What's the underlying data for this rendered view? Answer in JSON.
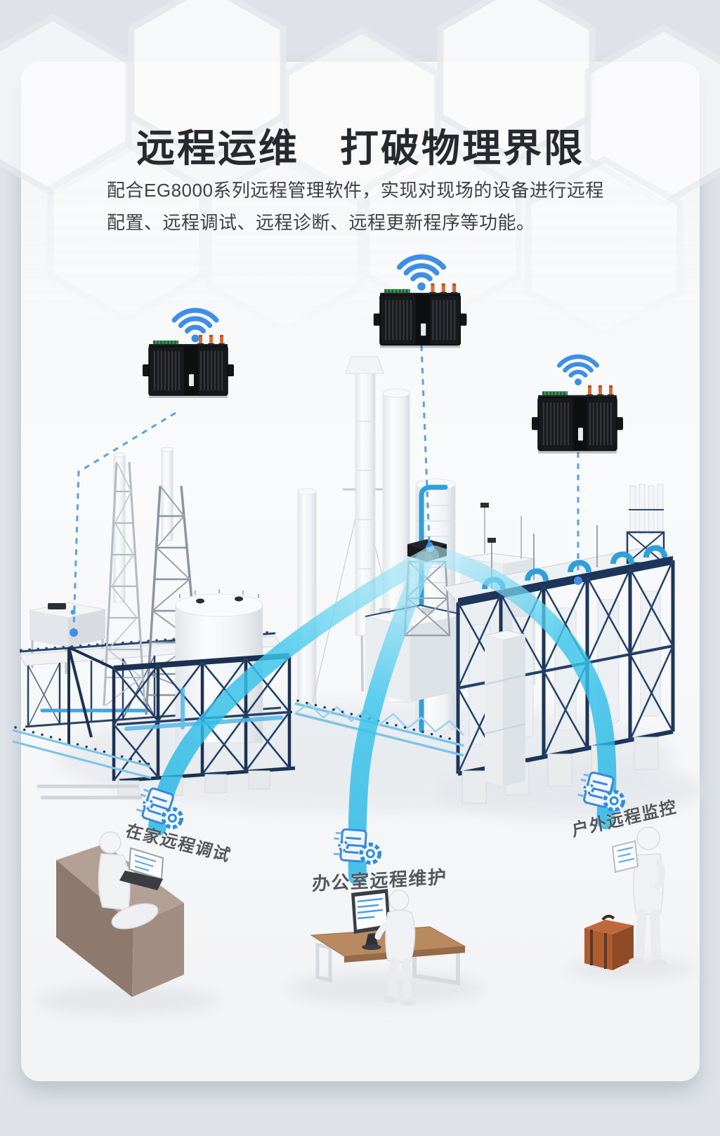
{
  "page": {
    "background_color": "#dfe3e9",
    "card_background_color": "#f7f8f9"
  },
  "header": {
    "title": "远程运维　打破物理界限",
    "subtitle": "配合EG8000系列远程管理软件，实现对现场的设备进行远程配置、远程调试、远程诊断、远程更新程序等功能。"
  },
  "scenarios": [
    {
      "label": "在家远程调试"
    },
    {
      "label": "办公室远程维护"
    },
    {
      "label": "户外远程监控"
    }
  ],
  "gateways": [
    {
      "name": "left-gateway"
    },
    {
      "name": "top-gateway"
    },
    {
      "name": "right-gateway"
    }
  ],
  "icons": {
    "wifi": "wifi-icon",
    "gear_sync": "gear-sync-icon"
  },
  "colors": {
    "accent_cyan": "#2cc0ea",
    "wifi_blue": "#3e8ee5",
    "dashed_link_blue": "#5aa1e4",
    "steel_navy": "#1d3558",
    "pipe_blue": "#2f9fd9",
    "title_text": "#262a2f",
    "body_text": "#3c4147",
    "label_text": "#53575c"
  }
}
